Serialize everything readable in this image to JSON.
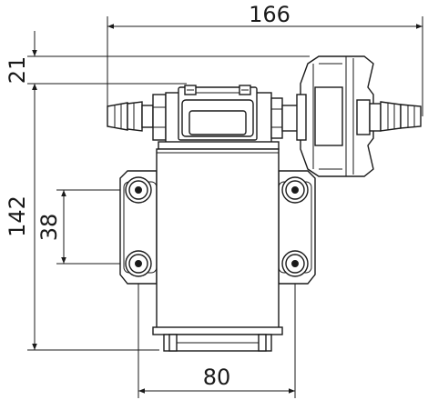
{
  "dimensions": {
    "overall_width": "166",
    "top_offset": "21",
    "overall_height": "142",
    "mount_vertical_spacing": "38",
    "mount_horizontal_spacing": "80"
  }
}
